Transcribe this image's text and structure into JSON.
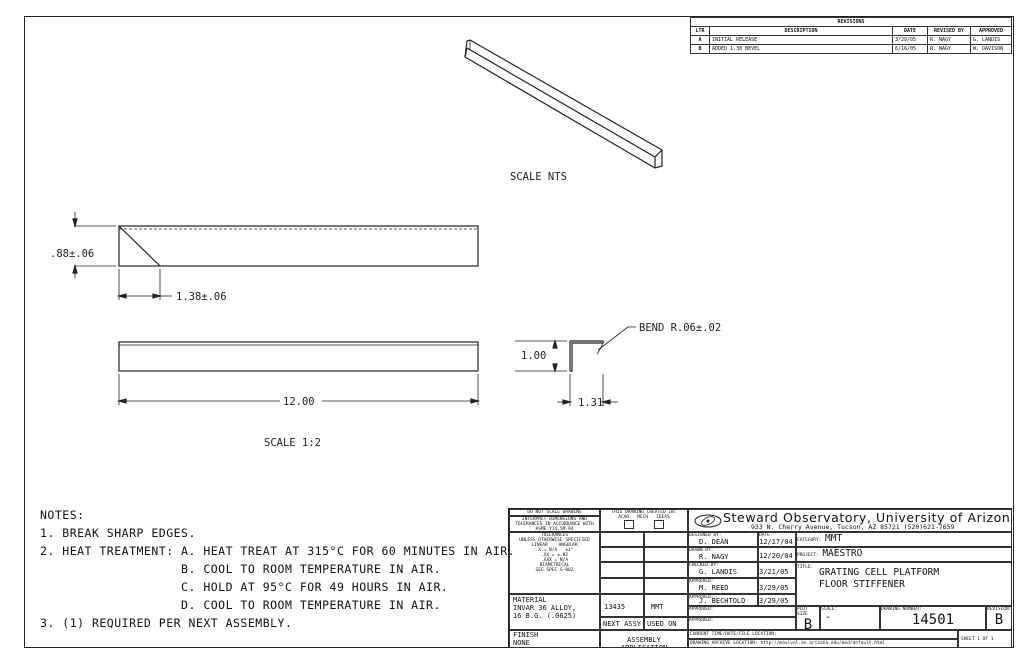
{
  "revisions": {
    "title": "REVISIONS",
    "headers": [
      "LTR",
      "DESCRIPTION",
      "DATE",
      "REVISED BY",
      "APPROVED"
    ],
    "rows": [
      [
        "A",
        "INITIAL RELEASE",
        "3/29/05",
        "R. NAGY",
        "G. LANDIS"
      ],
      [
        "B",
        "ADDED 1.38 BEVEL",
        "6/16/05",
        "R. NAGY",
        "W. DAVISON"
      ]
    ]
  },
  "views": {
    "iso_scale": "SCALE NTS",
    "top_height_dim": ".88±.06",
    "bevel_dim": "1.38±.06",
    "height_dim": "1.00",
    "bend_note": "BEND R.06±.02",
    "length_dim": "12.00",
    "flange_dim": "1.31",
    "main_scale": "SCALE 1:2"
  },
  "notes": {
    "heading": "NOTES:",
    "line1": "1. BREAK SHARP EDGES.",
    "line2": "2. HEAT TREATMENT: A. HEAT TREAT AT 315°C FOR 60 MINUTES IN AIR.",
    "line3": "                   B. COOL TO ROOM TEMPERATURE IN AIR.",
    "line4": "                   C. HOLD AT 95°C FOR 49 HOURS IN AIR.",
    "line5": "                   D. COOL TO ROOM TEMPERATURE IN AIR.",
    "line6": "3. (1) REQUIRED PER NEXT ASSEMBLY."
  },
  "title_block": {
    "do_not_scale": "DO NOT SCALE DRAWING",
    "interpret": "INTERPRET DIMENSIONS AND TOLERANCES IN ACCORDANCE WITH ASME Y14.5M-94",
    "tolerances": "TOLERANCES",
    "unless": "UNLESS OTHERWISE SPECIFIED",
    "linear": "LINEAR",
    "angular": "ANGULAR",
    "tol_x": ".X  = N/A",
    "tol_xx": ".XX  = ±.02",
    "tol_xxx": ".XXX = N/A",
    "tol_ang": "±1°",
    "diametrical": "DIAMETRICAL",
    "spec": "SEE SPEC S-002",
    "created_in": "THIS DRAWING CREATED IN:",
    "acad": "ACAD",
    "mech": "MECH",
    "ideas": "IDEAS",
    "material_label": "MATERIAL",
    "material_1": "INVAR 36 ALLOY,",
    "material_2": "16 B.G. (.0625)",
    "finish_label": "FINISH",
    "finish_value": "NONE",
    "next_assy_num": "13435",
    "next_assy_by": "MMT",
    "next_assy": "NEXT ASSY",
    "used_on": "USED ON",
    "assembly_app": "ASSEMBLY APPLICATION",
    "org": "Steward Observatory, University of Arizona",
    "address": "933 N. Cherry Avenue, Tucson, AZ  85721   (520)621-7659",
    "designed_label": "DESIGNED BY:",
    "designed_by": "D. DEAN",
    "date_label": "DATE:",
    "designed_date": "12/17/04",
    "drawn_label": "DRAWN BY:",
    "drawn_by": "R. NAGY",
    "drawn_date": "12/20/04",
    "checked_label": "CHECKED BY:",
    "checked_by": "G. LANDIS",
    "checked_date": "3/21/05",
    "approved_label": "APPROVED:",
    "approved1": "M. REED",
    "approved1_date": "3/29/05",
    "approved2": "J. BECHTOLD",
    "approved2_date": "3/29/05",
    "category_label": "CATEGORY:",
    "category": "MMT",
    "project_label": "PROJECT:",
    "project": "MAESTRO",
    "title_label": "TITLE:",
    "title1": "GRATING CELL PLATFORM",
    "title2": "FLOOR STIFFENER",
    "size_label": "PLOT SIZE",
    "size": "B",
    "scale_label": "SCALE:",
    "scale": "-",
    "dwg_label": "DRAWING NUMBER:",
    "dwg_num": "14501",
    "revision_label": "REVISION:",
    "revision": "B",
    "current_time": "CURRENT TIME/DATE/FILE LOCATION:",
    "archive": "DRAWING ARCHIVE LOCATION: http://mavivol.as.arizona.edu/mod/default.html",
    "sheet": "SHEET 1 OF 1"
  }
}
